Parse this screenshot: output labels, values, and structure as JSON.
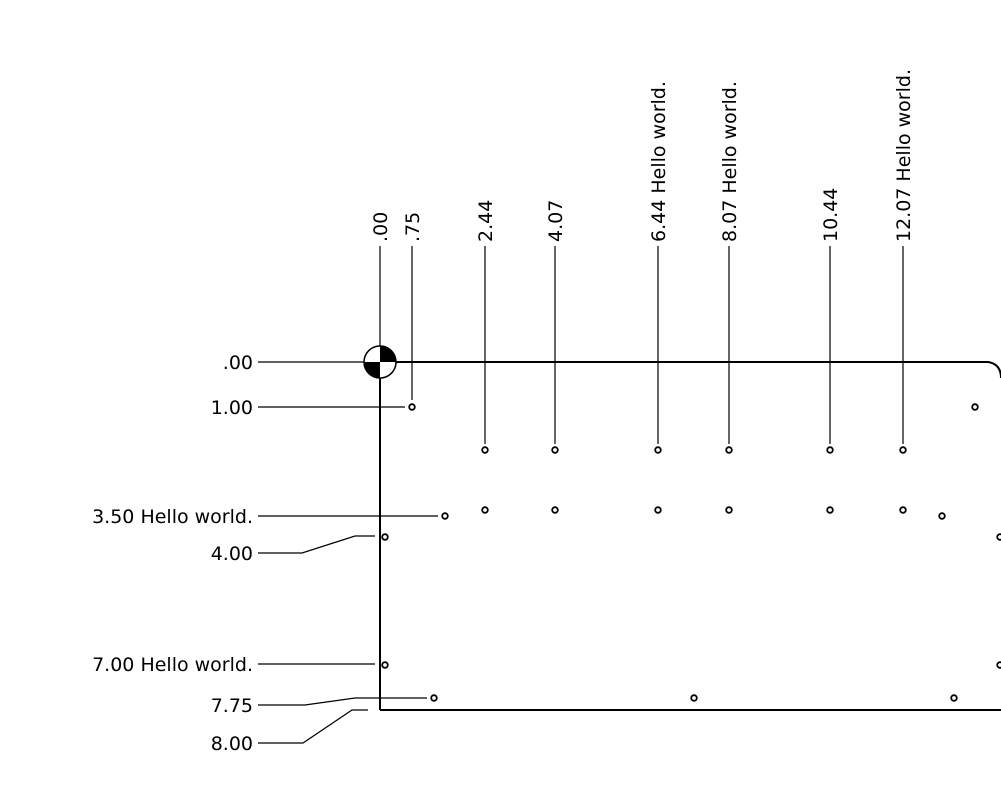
{
  "drawing": {
    "x_ordinates": [
      {
        "label": ".00"
      },
      {
        "label": ".75"
      },
      {
        "label": "2.44"
      },
      {
        "label": "4.07"
      },
      {
        "label": "6.44 Hello world."
      },
      {
        "label": "8.07 Hello world."
      },
      {
        "label": "10.44"
      },
      {
        "label": "12.07 Hello world."
      }
    ],
    "y_ordinates": [
      {
        "label": ".00"
      },
      {
        "label": "1.00"
      },
      {
        "label": "3.50 Hello world."
      },
      {
        "label": "4.00"
      },
      {
        "label": "7.00 Hello world."
      },
      {
        "label": "7.75"
      },
      {
        "label": "8.00"
      }
    ],
    "datum_symbol": "center-of-gravity-icon"
  }
}
